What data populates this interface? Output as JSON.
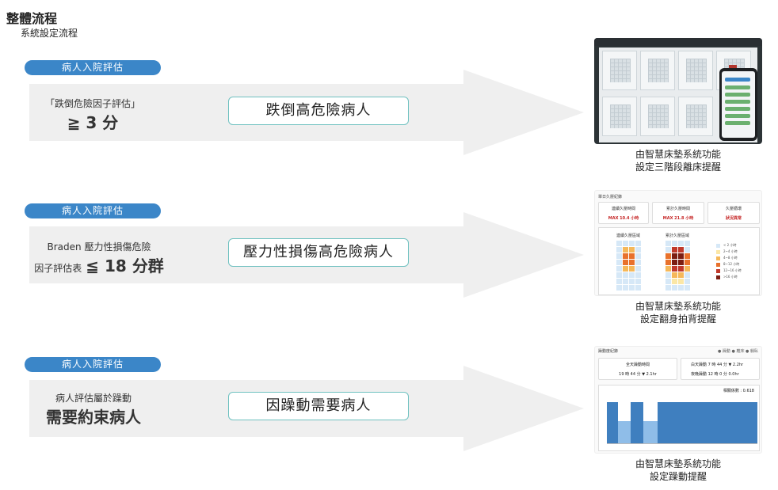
{
  "page": {
    "title": "整體流程",
    "subtitle": "系統設定流程"
  },
  "rows": [
    {
      "pill": "病人入院評估",
      "condition_small": "「跌倒危險因子評估」",
      "condition_big": "≧ 3 分",
      "result": "跌倒高危險病人",
      "caption_line1": "由智慧床墊系統功能",
      "caption_line2": "設定三階段離床提醒"
    },
    {
      "pill": "病人入院評估",
      "condition_line1": "Braden 壓力性損傷危險",
      "condition_small": "因子評估表",
      "condition_big": "≦ 18 分群",
      "result": "壓力性損傷高危險病人",
      "caption_line1": "由智慧床墊系統功能",
      "caption_line2": "設定翻身拍背提醒"
    },
    {
      "pill": "病人入院評估",
      "condition_small": "病人評估屬於躁動",
      "condition_big": "需要約束病人",
      "result": "因躁動需要病人",
      "caption_line1": "由智慧床墊系統功能",
      "caption_line2": "設定躁動提醒"
    }
  ],
  "screenshot_pressure": {
    "header": "單日久壓紀錄",
    "stats": [
      {
        "label": "連續久壓時間",
        "value": "MAX 10.4 小時"
      },
      {
        "label": "累計久壓時間",
        "value": "MAX 21.8 小時"
      },
      {
        "label": "久壓循環",
        "value": "狀況異常"
      }
    ],
    "map_left": "連續久壓區域",
    "map_right": "累計久壓區域",
    "legend": [
      "< 2 小時",
      "2~4 小時",
      "4~8 小時",
      "8~12 小時",
      "12~16 小時",
      ">16 小時"
    ]
  },
  "screenshot_agitation": {
    "header": "躁動度紀錄",
    "legend": "● 躁動  ● 離床  ● 躺臥",
    "stat_left_label": "全天躁動時間",
    "stat_left_value": "19 時 44 分  ▼ 2.1hr",
    "stat_right_line1": "白天躁動 7 時 44 分  ▼ 2.2hr",
    "stat_right_line2": "夜晚躁動 12 時 0 分    0.0hr",
    "plot_label": "相關係數 : 0.618"
  },
  "colors": {
    "pill": "#3b86c8",
    "box_border": "#6fc1c0",
    "arrow": "#efefef"
  }
}
